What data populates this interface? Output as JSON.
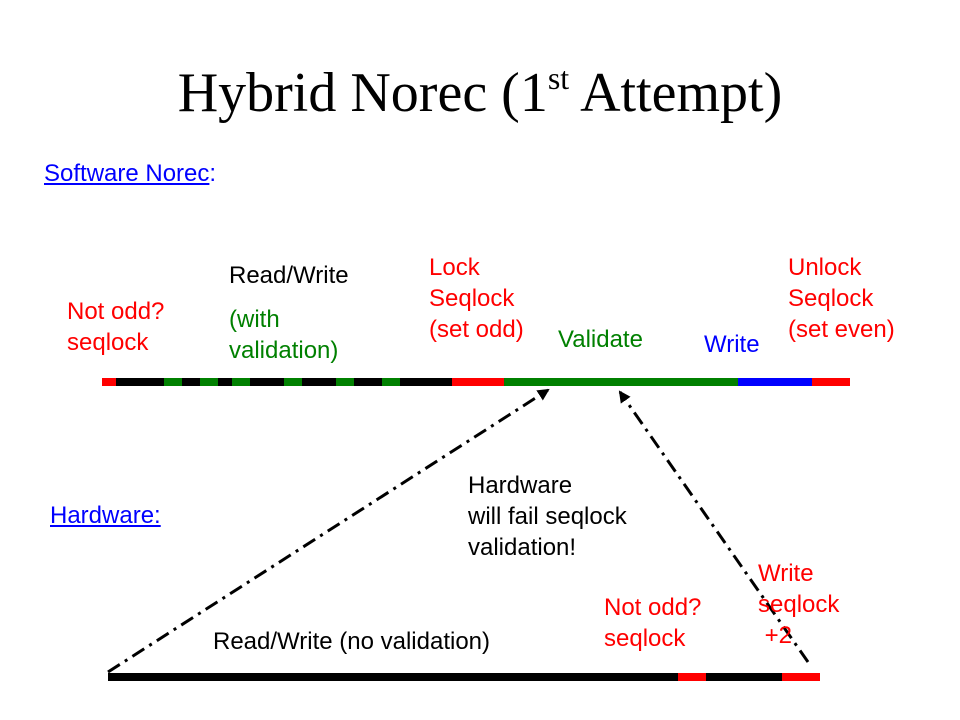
{
  "title": {
    "main": "Hybrid Norec (1",
    "sup": "st",
    "tail": " Attempt)"
  },
  "sections": {
    "software_link": "Software Norec",
    "software_colon": ":",
    "hardware_link": "Hardware:"
  },
  "software_timeline": {
    "not_odd": "Not odd?\nseqlock",
    "read_write_1": "Read/Write",
    "read_write_2": "(with\nvalidation)",
    "lock": "Lock\nSeqlock\n(set odd)",
    "validate": "Validate",
    "write": "Write",
    "unlock": "Unlock\nSeqlock\n(set even)"
  },
  "hardware_timeline": {
    "read_write": "Read/Write (no validation)",
    "note": "Hardware\nwill fail seqlock\nvalidation!",
    "not_odd": "Not odd?\nseqlock",
    "write_seqlock": "Write\nseqlock\n +2"
  },
  "colors": {
    "red": "#ff0000",
    "green": "#008000",
    "blue": "#0000ff",
    "black": "#000000"
  }
}
